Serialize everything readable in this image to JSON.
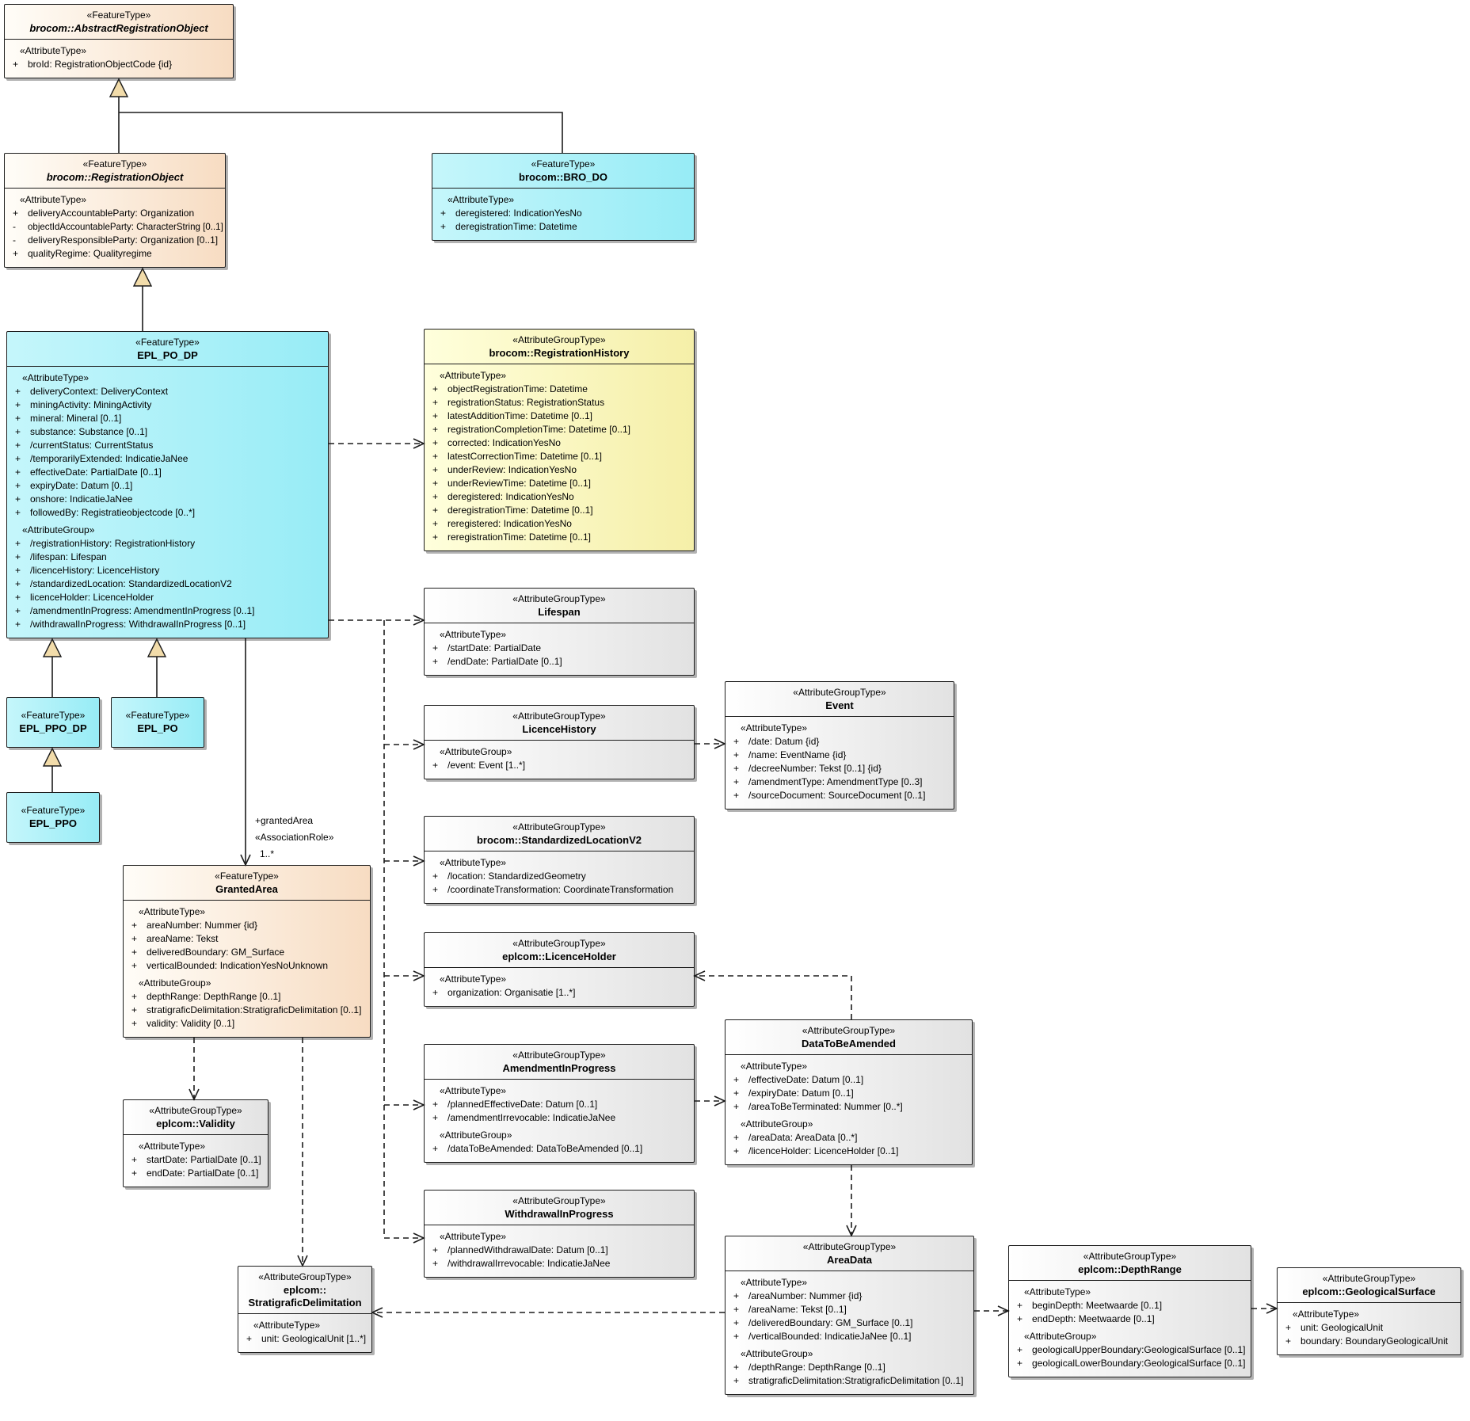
{
  "diagram": {
    "colors": {
      "feature_abstract_fill": "#f7dcc2",
      "feature_fill": "#97ecf6",
      "attribute_group_fill": "#e2e2e2",
      "registration_history_fill": "#f5efa8",
      "generalization_triangle_fill": "#f2dcaa",
      "line_color": "#1c1c1c"
    },
    "association_label": {
      "role": "+grantedArea",
      "stereotype": "«AssociationRole»",
      "multiplicity": "1..*"
    },
    "classes": [
      {
        "id": "aro",
        "stereotype": "«FeatureType»",
        "name": "brocom::AbstractRegistrationObject",
        "abstract": true,
        "style": "fill-peach",
        "sections": [
          {
            "header": "«AttributeType»",
            "rows": [
              {
                "vis": "+",
                "text": "broId: RegistrationObjectCode {id}"
              }
            ]
          }
        ]
      },
      {
        "id": "ro",
        "stereotype": "«FeatureType»",
        "name": "brocom::RegistrationObject",
        "abstract": true,
        "style": "fill-peach",
        "sections": [
          {
            "header": "«AttributeType»",
            "rows": [
              {
                "vis": "+",
                "text": "deliveryAccountableParty: Organization"
              },
              {
                "vis": "-",
                "text": "objectIdAccountableParty: CharacterString [0..1]"
              },
              {
                "vis": "-",
                "text": "deliveryResponsibleParty: Organization [0..1]"
              },
              {
                "vis": "+",
                "text": "qualityRegime: Qualityregime"
              }
            ]
          }
        ]
      },
      {
        "id": "brodo",
        "stereotype": "«FeatureType»",
        "name": "brocom::BRO_DO",
        "abstract": false,
        "style": "fill-cyan",
        "sections": [
          {
            "header": "«AttributeType»",
            "rows": [
              {
                "vis": "+",
                "text": "deregistered: IndicationYesNo"
              },
              {
                "vis": "+",
                "text": "deregistrationTime: Datetime"
              }
            ]
          }
        ]
      },
      {
        "id": "eplpodp",
        "stereotype": "«FeatureType»",
        "name": "EPL_PO_DP",
        "abstract": false,
        "style": "fill-cyan",
        "sections": [
          {
            "header": "«AttributeType»",
            "rows": [
              {
                "vis": "+",
                "text": "deliveryContext: DeliveryContext"
              },
              {
                "vis": "+",
                "text": "miningActivity: MiningActivity"
              },
              {
                "vis": "+",
                "text": "mineral: Mineral [0..1]"
              },
              {
                "vis": "+",
                "text": "substance: Substance [0..1]"
              },
              {
                "vis": "+",
                "text": "/currentStatus: CurrentStatus"
              },
              {
                "vis": "+",
                "text": "/temporarilyExtended: IndicatieJaNee"
              },
              {
                "vis": "+",
                "text": "effectiveDate: PartialDate [0..1]"
              },
              {
                "vis": "+",
                "text": "expiryDate: Datum [0..1]"
              },
              {
                "vis": "+",
                "text": "onshore: IndicatieJaNee"
              },
              {
                "vis": "+",
                "text": "followedBy: Registratieobjectcode [0..*]"
              }
            ]
          },
          {
            "header": "«AttributeGroup»",
            "rows": [
              {
                "vis": "+",
                "text": "/registrationHistory: RegistrationHistory"
              },
              {
                "vis": "+",
                "text": "/lifespan: Lifespan"
              },
              {
                "vis": "+",
                "text": "/licenceHistory: LicenceHistory"
              },
              {
                "vis": "+",
                "text": "/standardizedLocation: StandardizedLocationV2"
              },
              {
                "vis": "+",
                "text": "licenceHolder: LicenceHolder"
              },
              {
                "vis": "+",
                "text": "/amendmentInProgress: AmendmentInProgress [0..1]"
              },
              {
                "vis": "+",
                "text": "/withdrawalInProgress: WithdrawalInProgress [0..1]"
              }
            ]
          }
        ]
      },
      {
        "id": "reghist",
        "stereotype": "«AttributeGroupType»",
        "name": "brocom::RegistrationHistory",
        "abstract": false,
        "style": "fill-yellow",
        "sections": [
          {
            "header": "«AttributeType»",
            "rows": [
              {
                "vis": "+",
                "text": "objectRegistrationTime: Datetime"
              },
              {
                "vis": "+",
                "text": "registrationStatus: RegistrationStatus"
              },
              {
                "vis": "+",
                "text": "latestAdditionTime: Datetime [0..1]"
              },
              {
                "vis": "+",
                "text": "registrationCompletionTime: Datetime [0..1]"
              },
              {
                "vis": "+",
                "text": "corrected: IndicationYesNo"
              },
              {
                "vis": "+",
                "text": "latestCorrectionTime: Datetime [0..1]"
              },
              {
                "vis": "+",
                "text": "underReview: IndicationYesNo"
              },
              {
                "vis": "+",
                "text": "underReviewTime: Datetime [0..1]"
              },
              {
                "vis": "+",
                "text": "deregistered: IndicationYesNo"
              },
              {
                "vis": "+",
                "text": "deregistrationTime: Datetime [0..1]"
              },
              {
                "vis": "+",
                "text": "reregistered: IndicationYesNo"
              },
              {
                "vis": "+",
                "text": "reregistrationTime: Datetime [0..1]"
              }
            ]
          }
        ]
      },
      {
        "id": "lifespan",
        "stereotype": "«AttributeGroupType»",
        "name": "Lifespan",
        "abstract": false,
        "style": "fill-gray",
        "sections": [
          {
            "header": "«AttributeType»",
            "rows": [
              {
                "vis": "+",
                "text": "/startDate: PartialDate"
              },
              {
                "vis": "+",
                "text": "/endDate: PartialDate [0..1]"
              }
            ]
          }
        ]
      },
      {
        "id": "lichist",
        "stereotype": "«AttributeGroupType»",
        "name": "LicenceHistory",
        "abstract": false,
        "style": "fill-gray",
        "sections": [
          {
            "header": "«AttributeGroup»",
            "rows": [
              {
                "vis": "+",
                "text": "/event: Event [1..*]"
              }
            ]
          }
        ]
      },
      {
        "id": "event",
        "stereotype": "«AttributeGroupType»",
        "name": "Event",
        "abstract": false,
        "style": "fill-gray",
        "sections": [
          {
            "header": "«AttributeType»",
            "rows": [
              {
                "vis": "+",
                "text": "/date: Datum {id}"
              },
              {
                "vis": "+",
                "text": "/name: EventName {id}"
              },
              {
                "vis": "+",
                "text": "/decreeNumber: Tekst [0..1] {id}"
              },
              {
                "vis": "+",
                "text": "/amendmentType: AmendmentType [0..3]"
              },
              {
                "vis": "+",
                "text": "/sourceDocument: SourceDocument [0..1]"
              }
            ]
          }
        ]
      },
      {
        "id": "stdloc",
        "stereotype": "«AttributeGroupType»",
        "name": "brocom::StandardizedLocationV2",
        "abstract": false,
        "style": "fill-gray",
        "sections": [
          {
            "header": "«AttributeType»",
            "rows": [
              {
                "vis": "+",
                "text": "/location: StandardizedGeometry"
              },
              {
                "vis": "+",
                "text": "/coordinateTransformation: CoordinateTransformation"
              }
            ]
          }
        ]
      },
      {
        "id": "licholder",
        "stereotype": "«AttributeGroupType»",
        "name": "eplcom::LicenceHolder",
        "abstract": false,
        "style": "fill-gray",
        "sections": [
          {
            "header": "«AttributeType»",
            "rows": [
              {
                "vis": "+",
                "text": "organization: Organisatie [1..*]"
              }
            ]
          }
        ]
      },
      {
        "id": "amendip",
        "stereotype": "«AttributeGroupType»",
        "name": "AmendmentInProgress",
        "abstract": false,
        "style": "fill-gray",
        "sections": [
          {
            "header": "«AttributeType»",
            "rows": [
              {
                "vis": "+",
                "text": "/plannedEffectiveDate: Datum [0..1]"
              },
              {
                "vis": "+",
                "text": "/amendmentIrrevocable: IndicatieJaNee"
              }
            ]
          },
          {
            "header": "«AttributeGroup»",
            "rows": [
              {
                "vis": "+",
                "text": "/dataToBeAmended: DataToBeAmended [0..1]"
              }
            ]
          }
        ]
      },
      {
        "id": "dtba",
        "stereotype": "«AttributeGroupType»",
        "name": "DataToBeAmended",
        "abstract": false,
        "style": "fill-gray",
        "sections": [
          {
            "header": "«AttributeType»",
            "rows": [
              {
                "vis": "+",
                "text": "/effectiveDate: Datum [0..1]"
              },
              {
                "vis": "+",
                "text": "/expiryDate: Datum [0..1]"
              },
              {
                "vis": "+",
                "text": "/areaToBeTerminated: Nummer [0..*]"
              }
            ]
          },
          {
            "header": "«AttributeGroup»",
            "rows": [
              {
                "vis": "+",
                "text": "/areaData: AreaData [0..*]"
              },
              {
                "vis": "+",
                "text": "/licenceHolder: LicenceHolder [0..1]"
              }
            ]
          }
        ]
      },
      {
        "id": "withdrawip",
        "stereotype": "«AttributeGroupType»",
        "name": "WithdrawalInProgress",
        "abstract": false,
        "style": "fill-gray",
        "sections": [
          {
            "header": "«AttributeType»",
            "rows": [
              {
                "vis": "+",
                "text": "/plannedWithdrawalDate: Datum [0..1]"
              },
              {
                "vis": "+",
                "text": "/withdrawalIrrevocable: IndicatieJaNee"
              }
            ]
          }
        ]
      },
      {
        "id": "eplppodp",
        "stereotype": "«FeatureType»",
        "name": "EPL_PPO_DP",
        "abstract": false,
        "style": "fill-cyan",
        "sections": []
      },
      {
        "id": "eplpo",
        "stereotype": "«FeatureType»",
        "name": "EPL_PO",
        "abstract": false,
        "style": "fill-cyan",
        "sections": []
      },
      {
        "id": "eplppo",
        "stereotype": "«FeatureType»",
        "name": "EPL_PPO",
        "abstract": false,
        "style": "fill-cyan",
        "sections": []
      },
      {
        "id": "grantedarea",
        "stereotype": "«FeatureType»",
        "name": "GrantedArea",
        "abstract": false,
        "style": "fill-peach",
        "sections": [
          {
            "header": "«AttributeType»",
            "rows": [
              {
                "vis": "+",
                "text": "areaNumber: Nummer {id}"
              },
              {
                "vis": "+",
                "text": "areaName: Tekst"
              },
              {
                "vis": "+",
                "text": "deliveredBoundary: GM_Surface"
              },
              {
                "vis": "+",
                "text": "verticalBounded: IndicationYesNoUnknown"
              }
            ]
          },
          {
            "header": "«AttributeGroup»",
            "rows": [
              {
                "vis": "+",
                "text": "depthRange: DepthRange [0..1]"
              },
              {
                "vis": "+",
                "text": "stratigraficDelimitation:StratigraficDelimitation [0..1]"
              },
              {
                "vis": "+",
                "text": "validity: Validity [0..1]"
              }
            ]
          }
        ]
      },
      {
        "id": "validity",
        "stereotype": "«AttributeGroupType»",
        "name": "eplcom::Validity",
        "abstract": false,
        "style": "fill-gray",
        "sections": [
          {
            "header": "«AttributeType»",
            "rows": [
              {
                "vis": "+",
                "text": "startDate: PartialDate [0..1]"
              },
              {
                "vis": "+",
                "text": "endDate: PartialDate [0..1]"
              }
            ]
          }
        ]
      },
      {
        "id": "stratdelim",
        "stereotype": "«AttributeGroupType»",
        "name": [
          "eplcom::",
          "StratigraficDelimitation"
        ],
        "abstract": false,
        "style": "fill-gray",
        "sections": [
          {
            "header": "«AttributeType»",
            "rows": [
              {
                "vis": "+",
                "text": "unit: GeologicalUnit [1..*]"
              }
            ]
          }
        ]
      },
      {
        "id": "areadata",
        "stereotype": "«AttributeGroupType»",
        "name": "AreaData",
        "abstract": false,
        "style": "fill-gray",
        "sections": [
          {
            "header": "«AttributeType»",
            "rows": [
              {
                "vis": "+",
                "text": "/areaNumber: Nummer {id}"
              },
              {
                "vis": "+",
                "text": "/areaName: Tekst [0..1]"
              },
              {
                "vis": "+",
                "text": "/deliveredBoundary: GM_Surface [0..1]"
              },
              {
                "vis": "+",
                "text": "/verticalBounded: IndicatieJaNee [0..1]"
              }
            ]
          },
          {
            "header": "«AttributeGroup»",
            "rows": [
              {
                "vis": "+",
                "text": "/depthRange: DepthRange [0..1]"
              },
              {
                "vis": "+",
                "text": "stratigraficDelimitation:StratigraficDelimitation [0..1]"
              }
            ]
          }
        ]
      },
      {
        "id": "depthrange",
        "stereotype": "«AttributeGroupType»",
        "name": "eplcom::DepthRange",
        "abstract": false,
        "style": "fill-gray",
        "sections": [
          {
            "header": "«AttributeType»",
            "rows": [
              {
                "vis": "+",
                "text": "beginDepth: Meetwaarde [0..1]"
              },
              {
                "vis": "+",
                "text": "endDepth: Meetwaarde [0..1]"
              }
            ]
          },
          {
            "header": "«AttributeGroup»",
            "rows": [
              {
                "vis": "+",
                "text": "geologicalUpperBoundary:GeologicalSurface [0..1]"
              },
              {
                "vis": "+",
                "text": "geologicalLowerBoundary:GeologicalSurface [0..1]"
              }
            ]
          }
        ]
      },
      {
        "id": "geosurface",
        "stereotype": "«AttributeGroupType»",
        "name": "eplcom::GeologicalSurface",
        "abstract": false,
        "style": "fill-gray",
        "sections": [
          {
            "header": "«AttributeType»",
            "rows": [
              {
                "vis": "+",
                "text": "unit: GeologicalUnit"
              },
              {
                "vis": "+",
                "text": "boundary: BoundaryGeologicalUnit"
              }
            ]
          }
        ]
      }
    ],
    "relationships": [
      {
        "type": "generalization",
        "from": "ro",
        "to": "aro"
      },
      {
        "type": "generalization",
        "from": "brodo",
        "to": "aro"
      },
      {
        "type": "generalization",
        "from": "eplpodp",
        "to": "ro"
      },
      {
        "type": "generalization",
        "from": "eplppodp",
        "to": "eplpodp"
      },
      {
        "type": "generalization",
        "from": "eplpo",
        "to": "eplpodp"
      },
      {
        "type": "generalization",
        "from": "eplppo",
        "to": "eplppodp"
      },
      {
        "type": "association",
        "from": "eplpodp",
        "to": "grantedarea",
        "role": "+grantedArea",
        "multiplicity": "1..*"
      },
      {
        "type": "dependency",
        "from": "eplpodp",
        "to": "reghist"
      },
      {
        "type": "dependency",
        "from": "eplpodp",
        "to": "lifespan"
      },
      {
        "type": "dependency",
        "from": "eplpodp",
        "to": "lichist"
      },
      {
        "type": "dependency",
        "from": "eplpodp",
        "to": "stdloc"
      },
      {
        "type": "dependency",
        "from": "eplpodp",
        "to": "licholder"
      },
      {
        "type": "dependency",
        "from": "eplpodp",
        "to": "amendip"
      },
      {
        "type": "dependency",
        "from": "eplpodp",
        "to": "withdrawip"
      },
      {
        "type": "dependency",
        "from": "lichist",
        "to": "event"
      },
      {
        "type": "dependency",
        "from": "amendip",
        "to": "dtba"
      },
      {
        "type": "dependency",
        "from": "dtba",
        "to": "licholder"
      },
      {
        "type": "dependency",
        "from": "dtba",
        "to": "areadata"
      },
      {
        "type": "dependency",
        "from": "areadata",
        "to": "stratdelim"
      },
      {
        "type": "dependency",
        "from": "areadata",
        "to": "depthrange"
      },
      {
        "type": "dependency",
        "from": "depthrange",
        "to": "geosurface"
      },
      {
        "type": "dependency",
        "from": "grantedarea",
        "to": "validity"
      },
      {
        "type": "dependency",
        "from": "grantedarea",
        "to": "stratdelim"
      }
    ]
  }
}
